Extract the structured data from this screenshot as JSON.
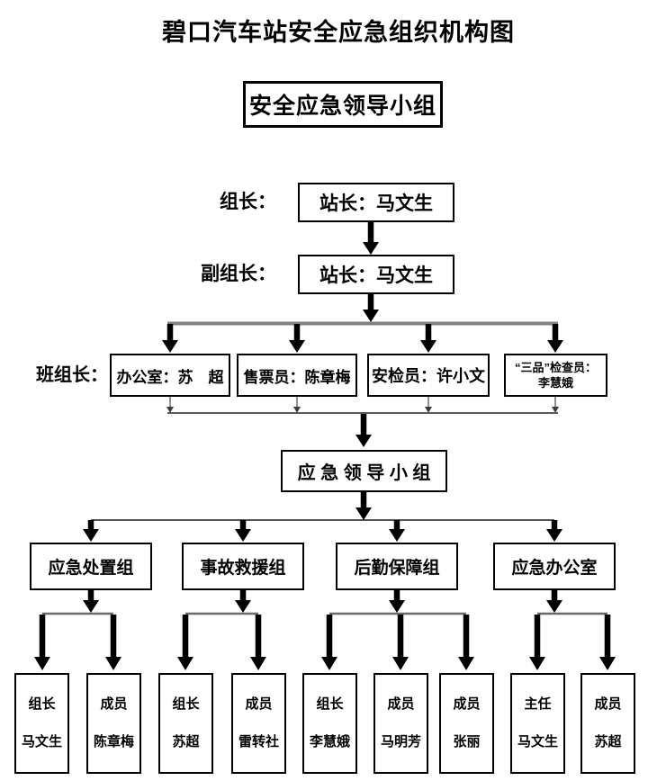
{
  "title": "碧口汽车站安全应急组织机构图",
  "top_box": "安全应急领导小组",
  "leader_row": {
    "label": "组长：",
    "box": "站长：马文生"
  },
  "deputy_row": {
    "label": "副组长：",
    "box": "站长：马文生"
  },
  "team_leader_row": {
    "label": "班组长：",
    "boxes": [
      {
        "text": "办公室：苏　超"
      },
      {
        "text": "售票员：陈章梅"
      },
      {
        "text": "安检员：许小文"
      },
      {
        "line1": "“三品”检查员：",
        "line2": "李慧娥"
      }
    ]
  },
  "emergency_group_box": "应 急 领 导 小 组",
  "department_boxes": [
    {
      "label": "应急处置组"
    },
    {
      "label": "事故救援组"
    },
    {
      "label": "后勤保障组"
    },
    {
      "label": "应急办公室"
    }
  ],
  "member_boxes": [
    {
      "role": "组长",
      "name": "马文生"
    },
    {
      "role": "成员",
      "name": "陈章梅"
    },
    {
      "role": "组长",
      "name": "苏超"
    },
    {
      "role": "成员",
      "name": "雷转社"
    },
    {
      "role": "组长",
      "name": "李慧娥"
    },
    {
      "role": "成员",
      "name": "马明芳"
    },
    {
      "role": "成员",
      "name": "张丽"
    },
    {
      "role": "主任",
      "name": "马文生"
    },
    {
      "role": "成员",
      "name": "苏超"
    }
  ],
  "colors": {
    "background": "#ffffff",
    "border": "#000000",
    "arrow": "#000000",
    "line_gray": "#808080",
    "line_dark": "#595959"
  }
}
